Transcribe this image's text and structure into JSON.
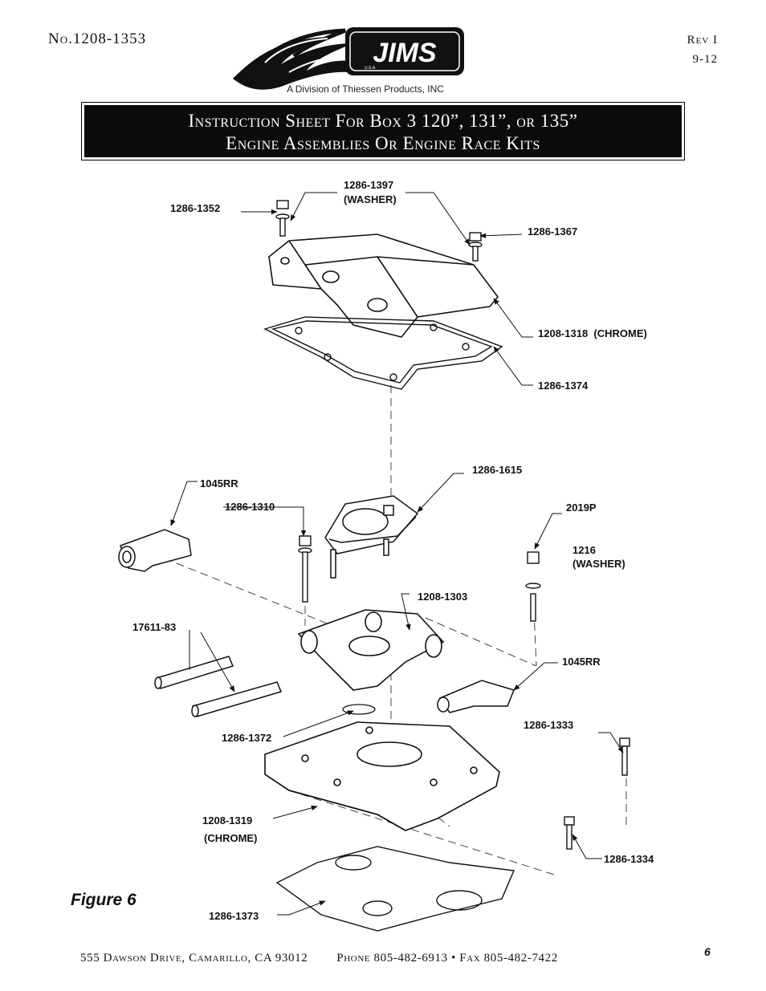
{
  "header": {
    "doc_number": "No.1208-1353",
    "rev": "Rev I",
    "date": "9-12",
    "logo_text": "JIMS",
    "logo_sub": "U.S.A.",
    "division": "A Division of Thiessen Products, INC"
  },
  "title": {
    "line1": "Instruction Sheet For Box 3 120”, 131”, or 135”",
    "line2": "Engine Assemblies Or Engine Race Kits"
  },
  "figure": {
    "caption": "Figure 6",
    "labels": {
      "p1286_1352": "1286-1352",
      "p1286_1397": "1286-1397",
      "washer_a": "(WASHER)",
      "p1286_1367": "1286-1367",
      "p1208_1318": "1208-1318  (CHROME)",
      "p1286_1374": "1286-1374",
      "p1286_1615": "1286-1615",
      "p1045rr_a": "1045RR",
      "p1286_1310": "1286-1310",
      "p2019p": "2019P",
      "p1216": "1216",
      "washer_b": "(WASHER)",
      "p1208_1303": "1208-1303",
      "p17611_83": "17611-83",
      "p1045rr_b": "1045RR",
      "p1286_1333": "1286-1333",
      "p1286_1372": "1286-1372",
      "p1208_1319": "1208-1319",
      "chrome_b": "(CHROME)",
      "p1286_1334": "1286-1334",
      "p1286_1373": "1286-1373"
    }
  },
  "footer": {
    "address": "555 Dawson Drive, Camarillo, CA 93012",
    "phone": "Phone 805-482-6913 • Fax 805-482-7422",
    "page": "6"
  }
}
